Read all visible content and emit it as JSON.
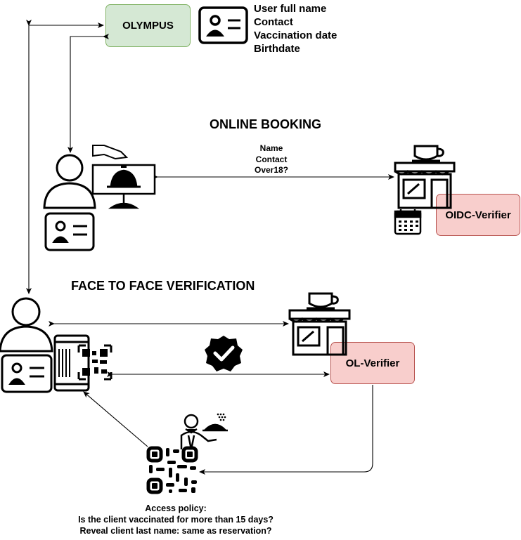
{
  "nodes": {
    "olympus": "OLYMPUS",
    "oidc_verifier": "OIDC-Verifier",
    "ol_verifier": "OL-Verifier"
  },
  "credential_claims": [
    "User full name",
    "Contact",
    "Vaccination date",
    "Birthdate"
  ],
  "sections": {
    "online_booking": "ONLINE BOOKING",
    "face_to_face": "FACE TO FACE VERIFICATION"
  },
  "online_request": [
    "Name",
    "Contact",
    "Over18?"
  ],
  "access_policy": [
    "Access policy:",
    "Is the client vaccinated for more than 15 days?",
    "Reveal client last name: same as reservation?"
  ],
  "colors": {
    "issuer_fill": "#d5e8d4",
    "issuer_border": "#82b366",
    "verifier_fill": "#f8cecc",
    "verifier_border": "#b85450"
  },
  "icons": [
    "id-card-icon",
    "user-icon",
    "reception-bell-icon",
    "shop-icon",
    "calendar-icon",
    "smartphone-qr-icon",
    "verified-badge-icon",
    "waiter-icon",
    "qr-code-icon"
  ]
}
